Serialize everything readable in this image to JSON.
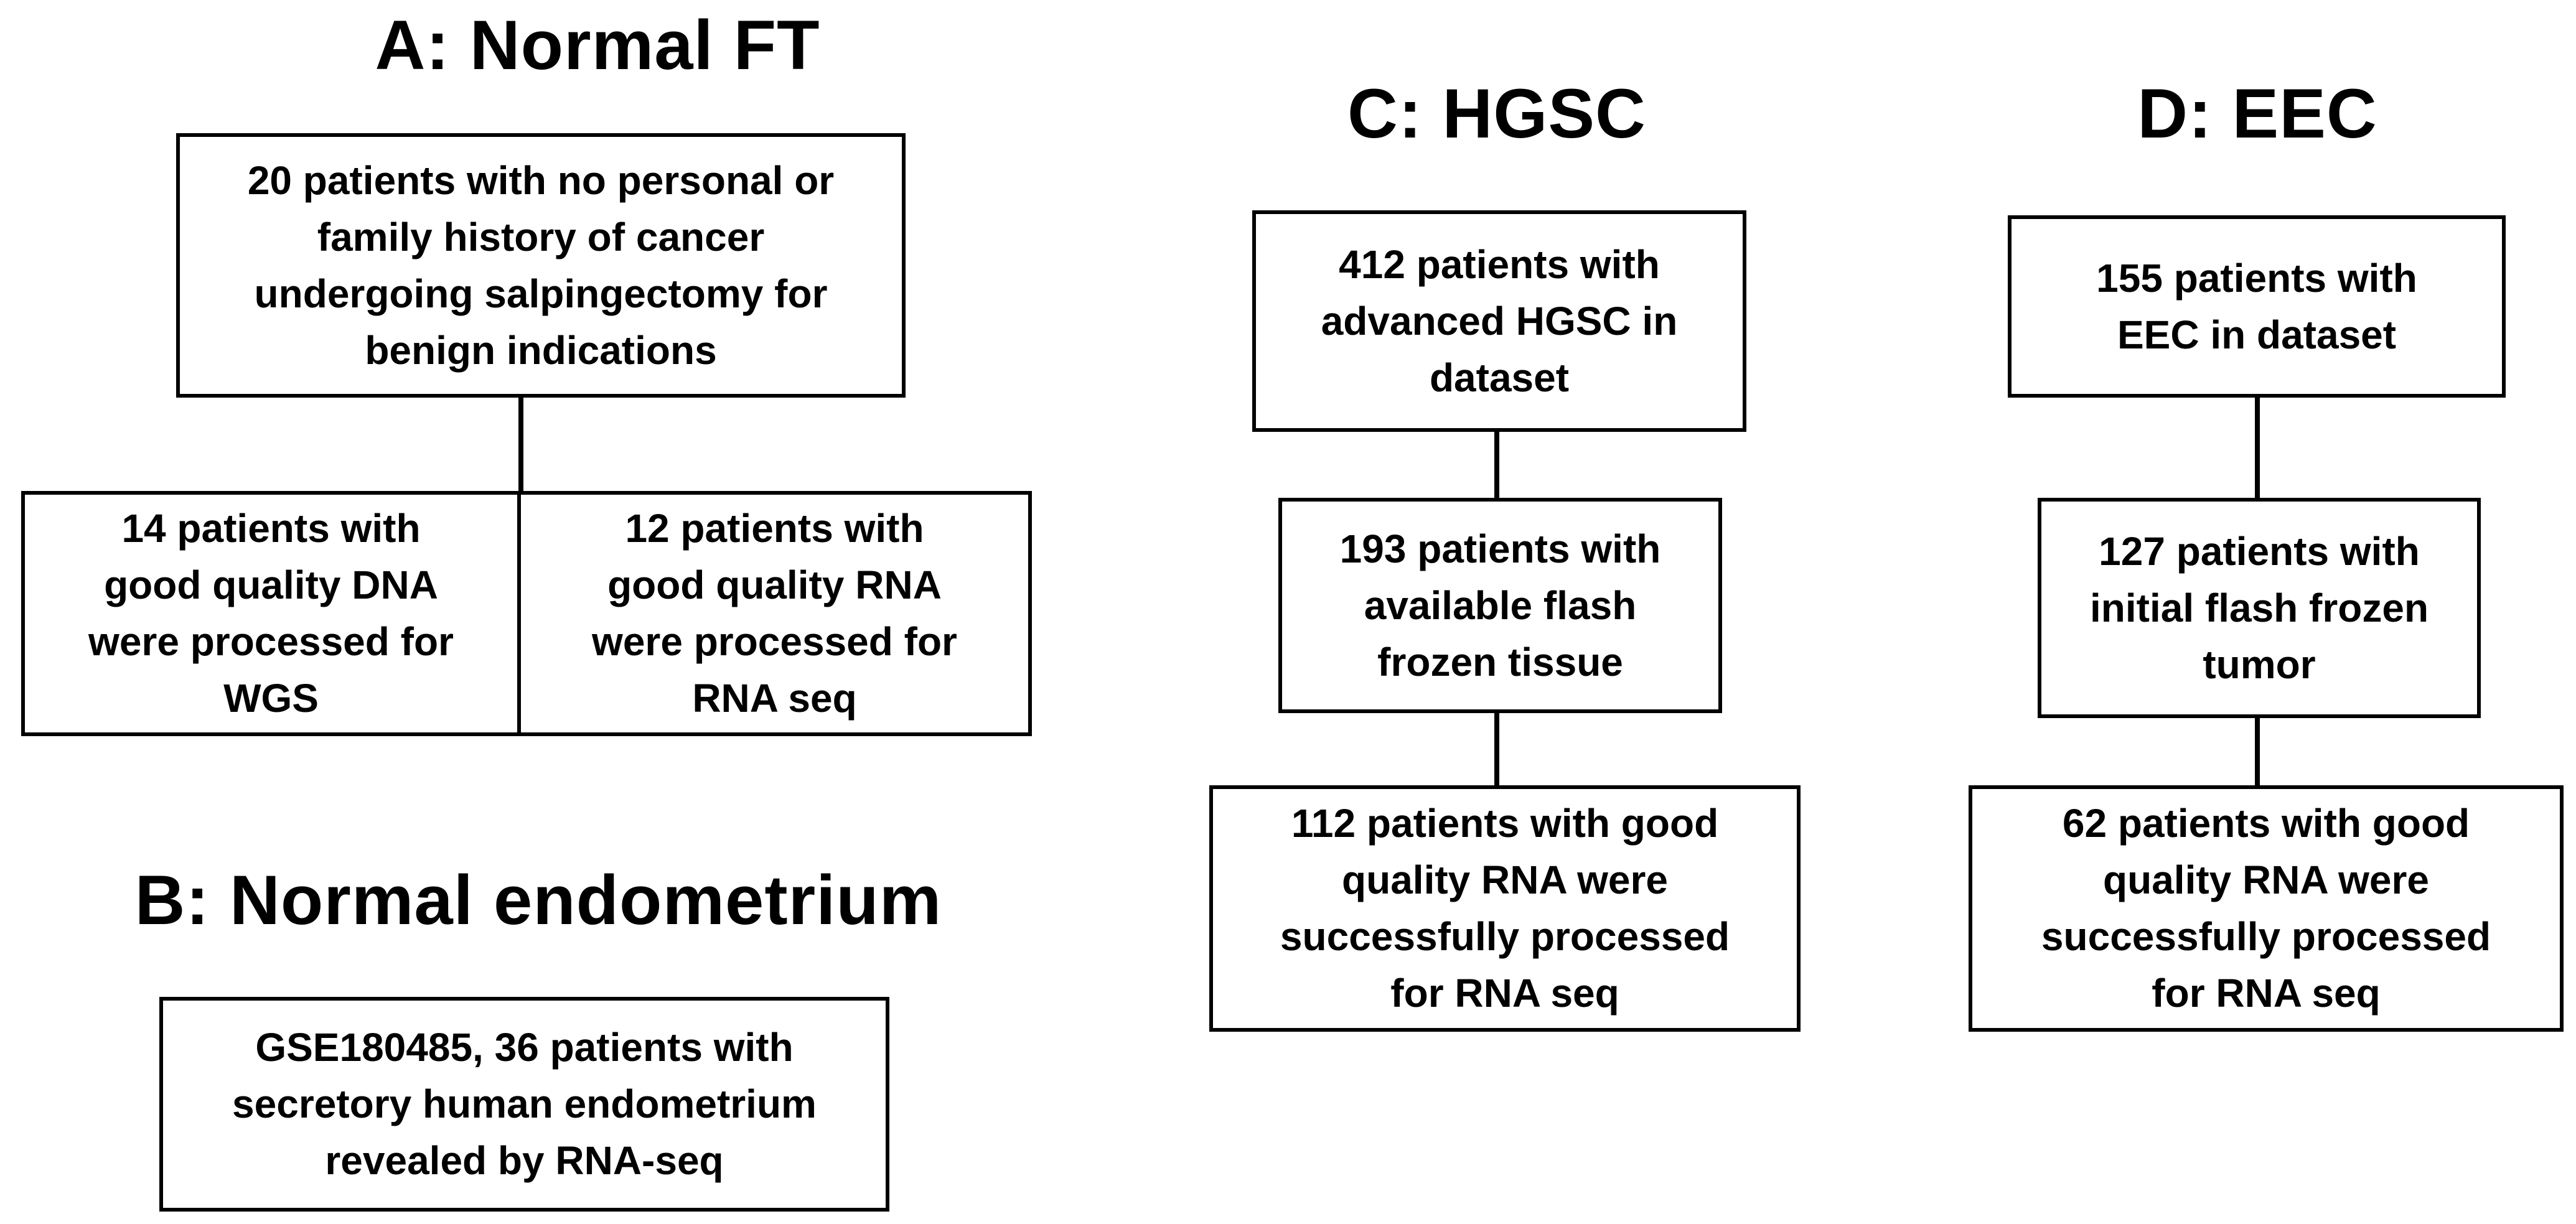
{
  "figure": {
    "background_color": "#ffffff",
    "border_color": "#000000",
    "text_color": "#000000"
  },
  "sections": [
    {
      "id": "A",
      "title": "A: Normal FT",
      "boxes": [
        {
          "lines": [
            "20 patients with no personal or",
            "family history of cancer",
            "undergoing salpingectomy for",
            "benign indications"
          ]
        },
        {
          "lines": [
            "14 patients with",
            "good quality DNA",
            "were processed for",
            "WGS"
          ]
        },
        {
          "lines": [
            "12 patients with",
            "good quality RNA",
            "were processed for",
            "RNA seq"
          ]
        }
      ]
    },
    {
      "id": "B",
      "title": "B: Normal endometrium",
      "boxes": [
        {
          "lines": [
            "GSE180485, 36 patients with",
            "secretory human endometrium",
            "revealed by RNA-seq"
          ]
        }
      ]
    },
    {
      "id": "C",
      "title": "C: HGSC",
      "boxes": [
        {
          "lines": [
            "412 patients with",
            "advanced HGSC in",
            "dataset"
          ]
        },
        {
          "lines": [
            "193 patients with",
            "available flash",
            "frozen tissue"
          ]
        },
        {
          "lines": [
            "112 patients with good",
            "quality RNA were",
            "successfully processed",
            "for RNA seq"
          ]
        }
      ]
    },
    {
      "id": "D",
      "title": "D: EEC",
      "boxes": [
        {
          "lines": [
            "155 patients with",
            "EEC in dataset"
          ]
        },
        {
          "lines": [
            "127 patients with",
            "initial flash frozen",
            "tumor"
          ]
        },
        {
          "lines": [
            "62 patients with good",
            "quality RNA were",
            "successfully processed",
            "for RNA seq"
          ]
        }
      ]
    }
  ]
}
